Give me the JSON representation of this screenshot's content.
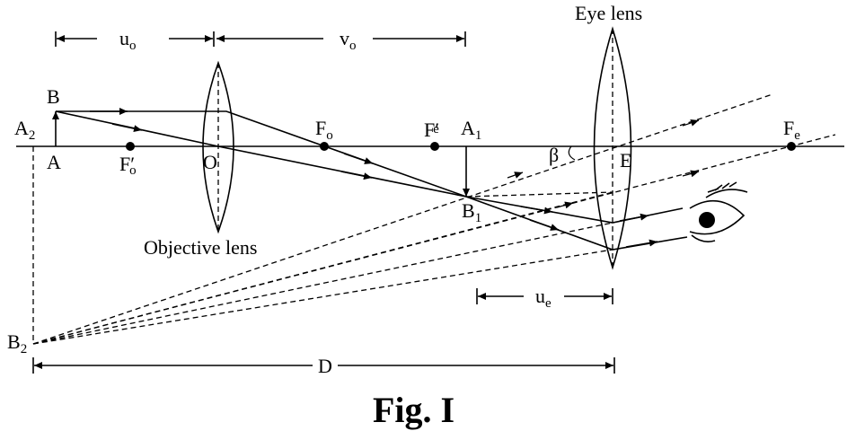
{
  "labels": {
    "eye_lens": "Eye lens",
    "objective_lens": "Objective lens",
    "u_o": "u",
    "u_o_sub": "o",
    "v_o": "v",
    "v_o_sub": "o",
    "u_e": "u",
    "u_e_sub": "e",
    "D": "D",
    "A2": "A",
    "A2_sub": "2",
    "B": "B",
    "A": "A",
    "F_o_prime": "F′",
    "F_o_prime_sub": "o",
    "O": "O",
    "F_o": "F",
    "F_o_sub": "o",
    "F_e_prime": "F′",
    "F_e_prime_sub": "e",
    "A1": "A",
    "A1_sub": "1",
    "B1": "B",
    "B1_sub": "1",
    "beta": "β",
    "E": "E",
    "F_e": "F",
    "F_e_sub": "e",
    "B2": "B",
    "B2_sub": "2"
  },
  "caption": "Fig. I"
}
